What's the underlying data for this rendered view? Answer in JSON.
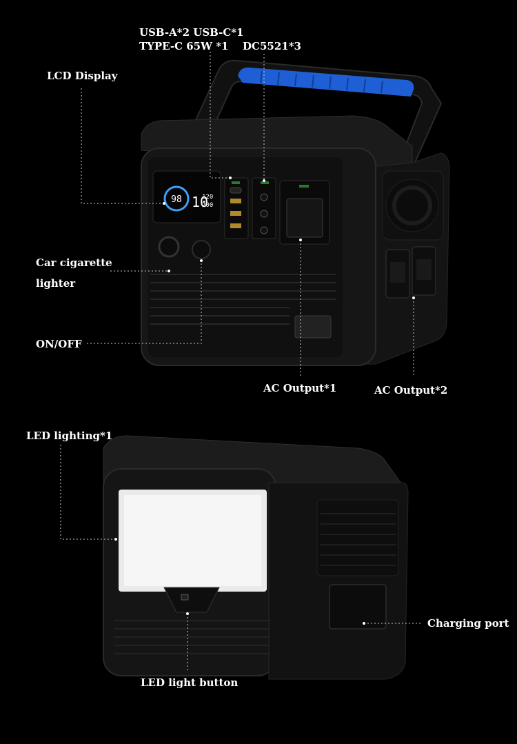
{
  "labels": {
    "usb_line1": "USB-A*2  USB-C*1",
    "usb_line2": "TYPE-C 65W *1",
    "dc": "DC5521*3",
    "lcd": "LCD Display",
    "car_line1": "Car cigarette",
    "car_line2": "lighter",
    "onoff": "ON/OFF",
    "ac1": "AC Output*1",
    "ac2": "AC Output*2",
    "led_lighting": "LED lighting*1",
    "charging_port": "Charging port",
    "led_button": "LED light button"
  },
  "lcd_screen": {
    "battery_percent": "98",
    "value_big": "10",
    "value_small_top": "120",
    "value_small_bottom": "200"
  },
  "colors": {
    "background": "#000000",
    "handle_grip": "#1f5fd6",
    "lcd_accent": "#3aa0ff",
    "body": "#151515"
  }
}
